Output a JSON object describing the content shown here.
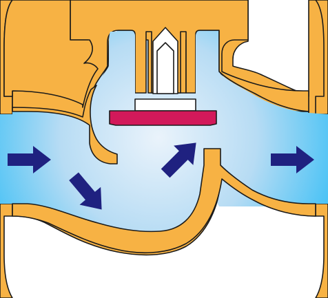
{
  "diagram": {
    "colors": {
      "body": "#f7b244",
      "fluid_center": "#eaf3fb",
      "fluid_edge": "#4cc3f5",
      "disc": "#d2195a",
      "guide": "#ffffff",
      "arrow": "#1f2180",
      "outline": "#1a1a1a"
    },
    "flow_arrows": [
      {
        "name": "inlet-flow-arrow",
        "direction": "right"
      },
      {
        "name": "downward-flow-arrow",
        "direction": "down-right"
      },
      {
        "name": "upward-flow-arrow",
        "direction": "up-right"
      },
      {
        "name": "outlet-flow-arrow",
        "direction": "right"
      }
    ]
  }
}
